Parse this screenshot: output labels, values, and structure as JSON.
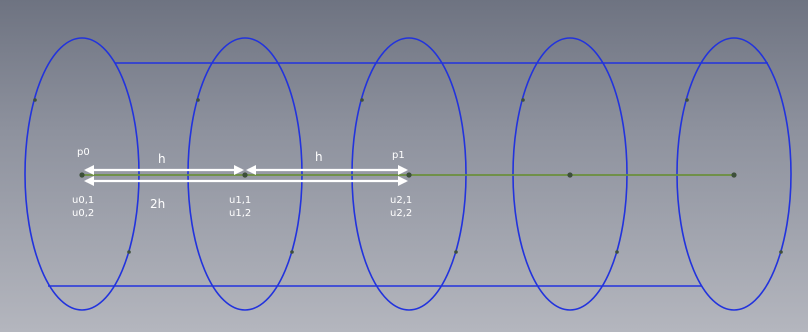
{
  "diagram": {
    "point_labels": {
      "p0": "p0",
      "p1": "p1"
    },
    "dimension_labels": {
      "h_first": "h",
      "h_second": "h",
      "two_h": "2h"
    },
    "node_labels": {
      "u01": "u0,1",
      "u02": "u0,2",
      "u11": "u1,1",
      "u12": "u1,2",
      "u21": "u2,1",
      "u22": "u2,2"
    },
    "colors": {
      "wireframe": "#2233dd",
      "axis_line": "#6a8f3c",
      "arrow": "#ffffff",
      "node_point": "#3d4f3a"
    }
  }
}
